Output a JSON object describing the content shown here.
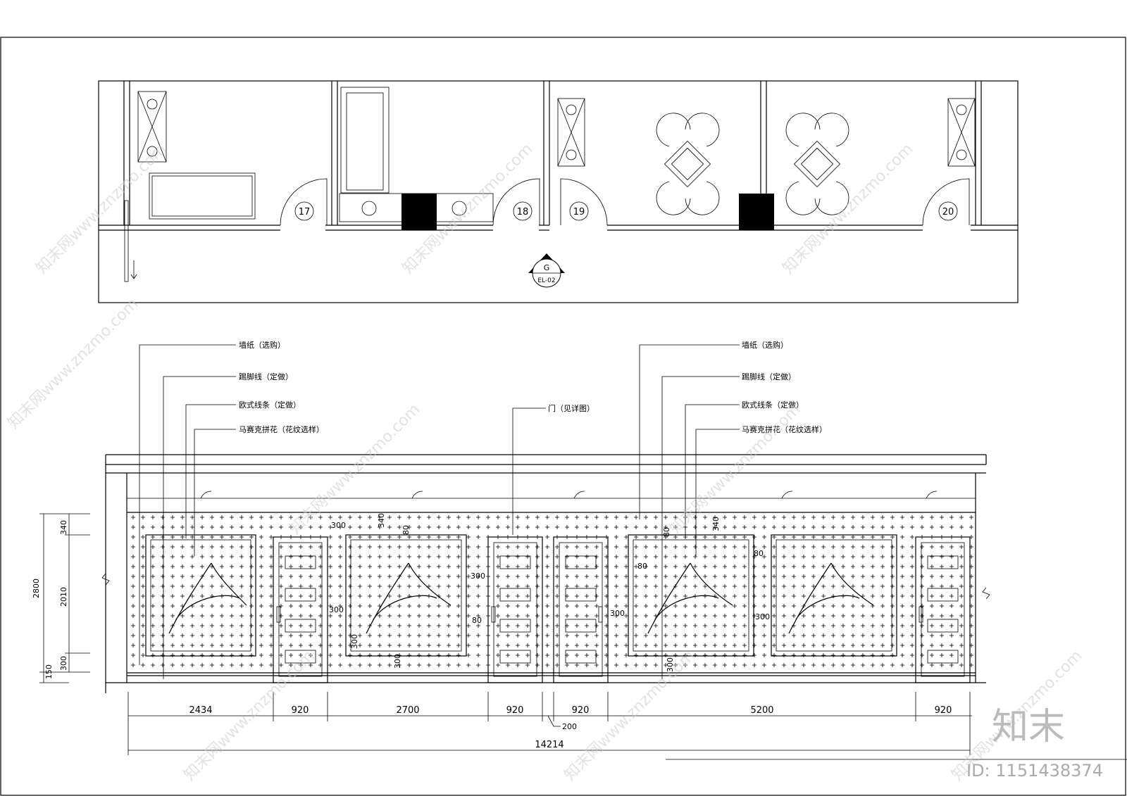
{
  "plan": {
    "room_numbers": [
      "17",
      "18",
      "19",
      "20"
    ],
    "section_marker": {
      "letter": "G",
      "sheet": "EL-02"
    }
  },
  "callouts_left": [
    "墙纸（选购）",
    "踢脚线（定做）",
    "欧式线条（定做）",
    "马赛克拼花（花纹选样）"
  ],
  "callouts_right": [
    "墙纸（选购）",
    "踢脚线（定做）",
    "欧式线条（定做）",
    "马赛克拼花（花纹选样）"
  ],
  "callout_door": "门（见详图）",
  "vertical_dims": {
    "total": "2800",
    "top": "340",
    "middle": "2010",
    "bottom": "300",
    "base": "150"
  },
  "inner_dims": [
    "340",
    "80",
    "300",
    "300",
    "300",
    "80",
    "300",
    "80",
    "80",
    "340",
    "300",
    "300",
    "80",
    "300",
    "300"
  ],
  "bottom_dims": [
    "2434",
    "920",
    "2700",
    "920",
    "920",
    "5200",
    "920"
  ],
  "gap_dim": "200",
  "total_dim": "14214",
  "watermark": {
    "brand": "知末",
    "id": "ID: 1151438374",
    "site": "知末网www.znzmo.com"
  }
}
